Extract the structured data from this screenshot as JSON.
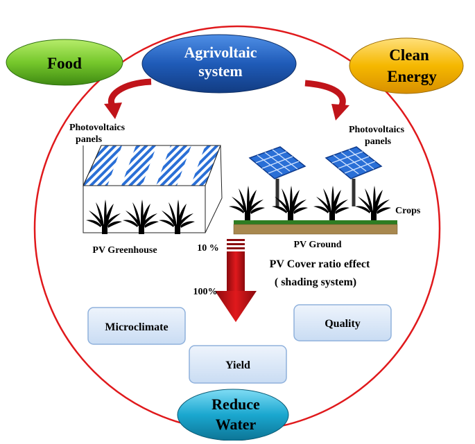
{
  "ellipses": {
    "food": "Food",
    "system_line1": "Agrivoltaic",
    "system_line2": "system",
    "energy_line1": "Clean",
    "energy_line2": "Energy",
    "water_line1": "Reduce",
    "water_line2": "Water"
  },
  "labels": {
    "pv_left_line1": "Photovoltaics",
    "pv_left_line2": "panels",
    "pv_right_line1": "Photovoltaics",
    "pv_right_line2": "panels",
    "greenhouse": "PV Greenhouse",
    "ground": "PV Ground",
    "crops": "Crops",
    "ratio_low": "10 %",
    "ratio_high": "100%",
    "cover_line1": "PV Cover ratio effect",
    "cover_line2": "( shading system)"
  },
  "boxes": {
    "microclimate": "Microclimate",
    "quality": "Quality",
    "yield": "Yield"
  },
  "colors": {
    "circle": "#e0191c",
    "food": "#76c82c",
    "system": "#1f5bb8",
    "energy": "#f5b800",
    "water": "#1aa7cf",
    "arrow": "#c0141a",
    "panel_blue": "#2a6fd6",
    "box_fill": "#d8e6f7",
    "box_stroke": "#8fb1dc"
  },
  "icons": {
    "curved_arrow": "curved-arrow-icon",
    "down_arrow": "down-arrow-icon",
    "plant": "plant-icon",
    "solar_panel": "solar-panel-icon"
  }
}
